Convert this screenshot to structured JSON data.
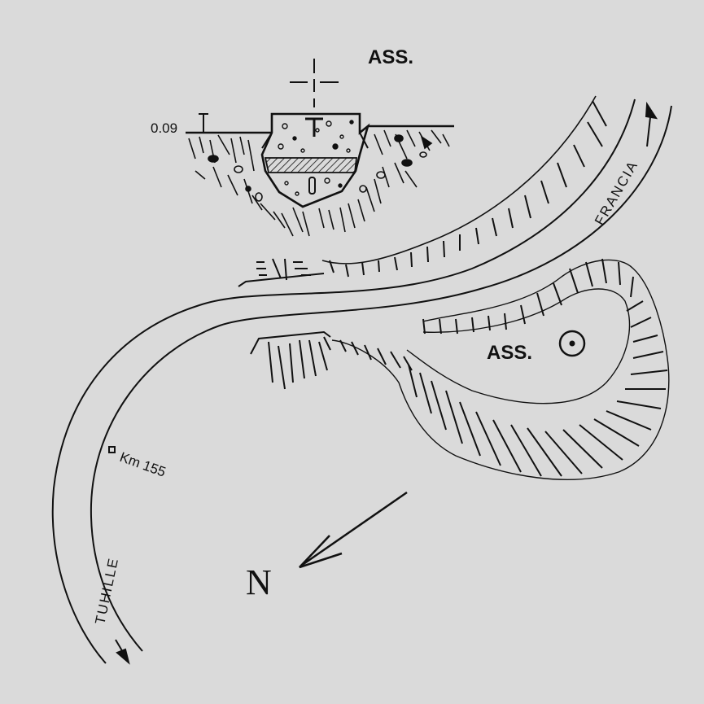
{
  "colors": {
    "background": "#dadada",
    "ink": "#111111"
  },
  "section": {
    "label": "ASS.",
    "depth_label": "0.09"
  },
  "plan": {
    "point_label": "ASS.",
    "road_label_north": "FRANCIA",
    "road_label_south": "TUHILLE",
    "km_marker": "Km 155",
    "north_label": "N"
  },
  "icons": {
    "benchmark": "benchmark-circle-icon",
    "km_marker": "square-marker-icon",
    "north_arrow": "north-arrow-icon",
    "crosshair": "crosshair-icon"
  }
}
